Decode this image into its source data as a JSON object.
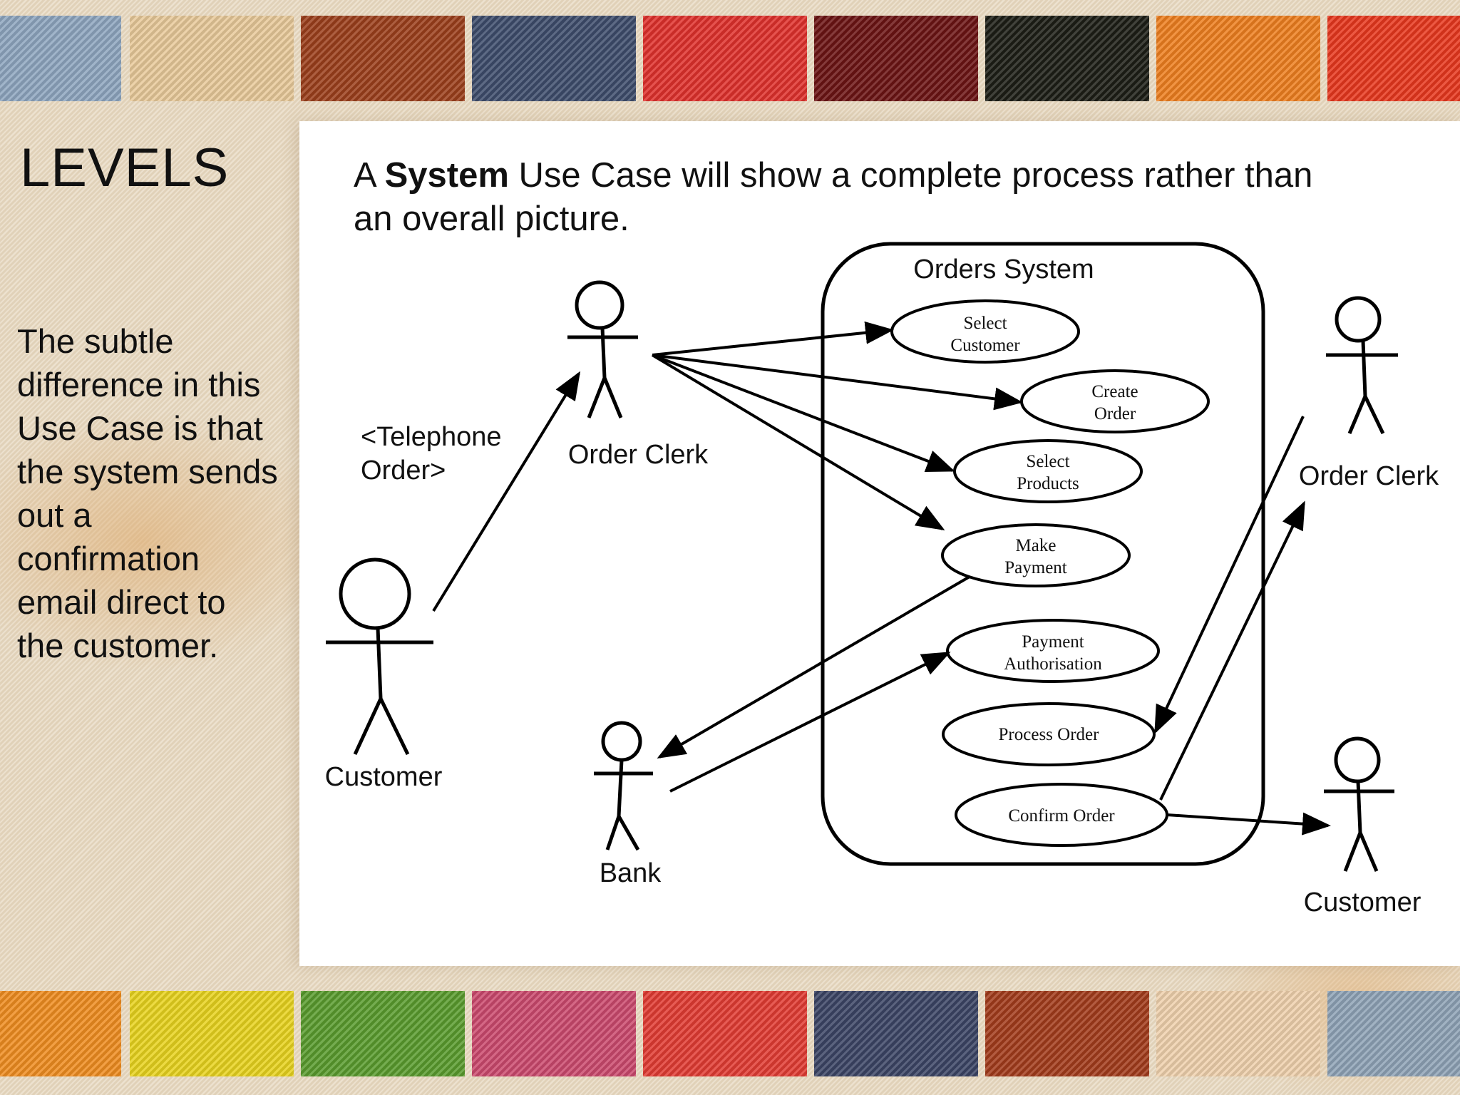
{
  "swatches": {
    "top": [
      "#8ea6bf",
      "#e8c99a",
      "#9c3f1c",
      "#3e4d6c",
      "#e0312c",
      "#6c1414",
      "#1d1e16",
      "#ee7f1f",
      "#e8381e"
    ],
    "bottom": [
      "#ef8d20",
      "#e8d31e",
      "#5a9c2e",
      "#cc4a6e",
      "#e23c33",
      "#3c4565",
      "#a33c1c",
      "#efd1ad",
      "#8fa3b6"
    ]
  },
  "slide": {
    "title": "LEVELS",
    "intro": {
      "prefix": "A ",
      "bold": "System",
      "suffix": " Use Case will show a complete process rather than an overall picture."
    },
    "side_text": "The subtle difference in this Use Case is that the system sends out a confirmation email direct to the customer."
  },
  "diagram": {
    "boundary_label": "Orders System",
    "telephone_note": [
      "<Telephone",
      "Order>"
    ],
    "actors": {
      "customer_left": "Customer",
      "order_clerk": "Order Clerk",
      "bank": "Bank",
      "order_clerk_right": "Order Clerk",
      "customer_right": "Customer"
    },
    "use_cases": {
      "select_customer": [
        "Select",
        "Customer"
      ],
      "create_order": [
        "Create",
        "Order"
      ],
      "select_products": [
        "Select",
        "Products"
      ],
      "make_payment": [
        "Make",
        "Payment"
      ],
      "payment_authorisation": [
        "Payment",
        "Authorisation"
      ],
      "process_order": [
        "Process Order"
      ],
      "confirm_order": [
        "Confirm Order"
      ]
    }
  }
}
